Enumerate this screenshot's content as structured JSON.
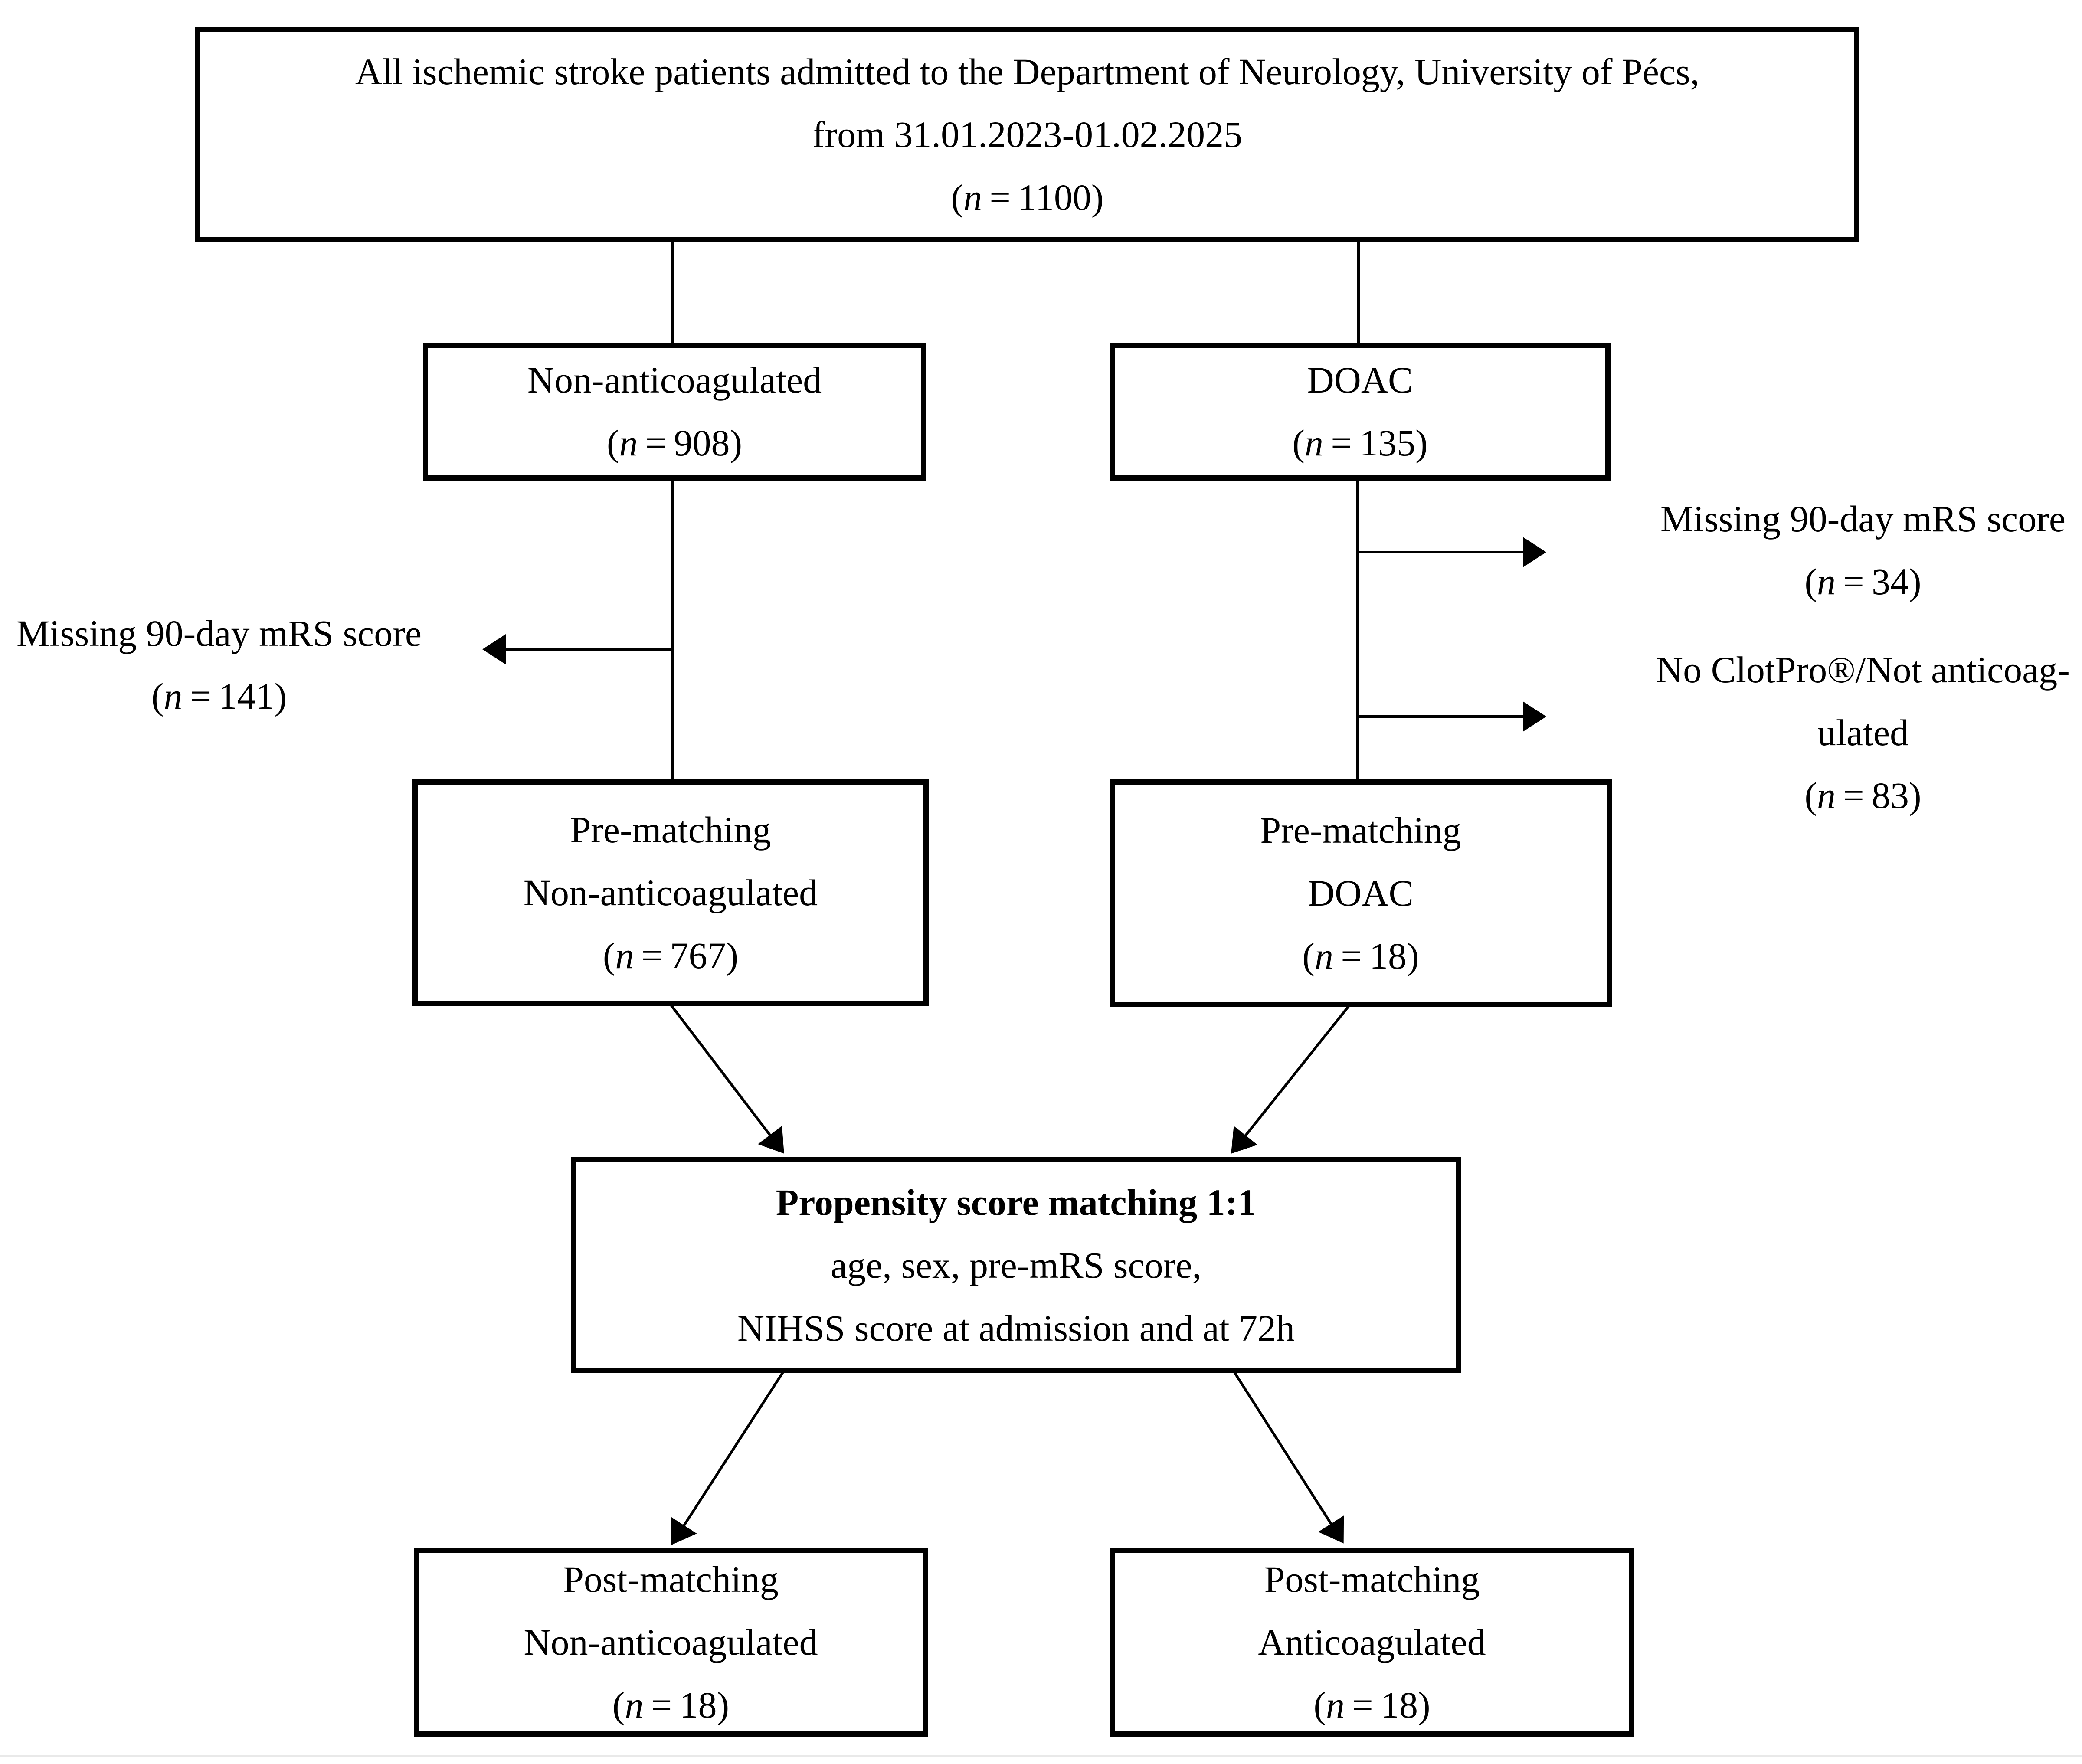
{
  "figure": {
    "background": "#ffffff",
    "line_color": "#000000"
  },
  "boxes": {
    "top": {
      "line1": "All ischemic stroke patients admitted to the Department of Neurology, University of Pécs,",
      "line2": "from 31.01.2023-01.02.2025",
      "n": "1100"
    },
    "non_anticoagulated": {
      "title": "Non-anticoagulated",
      "n": "908"
    },
    "doac": {
      "title": "DOAC",
      "n": "135"
    },
    "pre_non_anticoagulated": {
      "line1": "Pre-matching",
      "line2": "Non-anticoagulated",
      "n": "767"
    },
    "pre_doac": {
      "line1": "Pre-matching",
      "line2": "DOAC",
      "n": "18"
    },
    "propensity": {
      "line1": "Propensity score matching 1:1",
      "line2": "age, sex, pre-mRS score,",
      "line3": "NIHSS score at admission and at 72h"
    },
    "post_non_anticoagulated": {
      "line1": "Post-matching",
      "line2": "Non-anticoagulated",
      "n": "18"
    },
    "post_anticoagulated": {
      "line1": "Post-matching",
      "line2": "Anticoagulated",
      "n": "18"
    }
  },
  "exclusions": {
    "left": {
      "line1": "Missing 90-day mRS score",
      "n": "141"
    },
    "right_top": {
      "line1": "Missing 90-day mRS score",
      "n": "34"
    },
    "right_bottom": {
      "line1": "No ClotPro®/Not anticoag-",
      "line2": "ulated",
      "n": "83"
    }
  }
}
